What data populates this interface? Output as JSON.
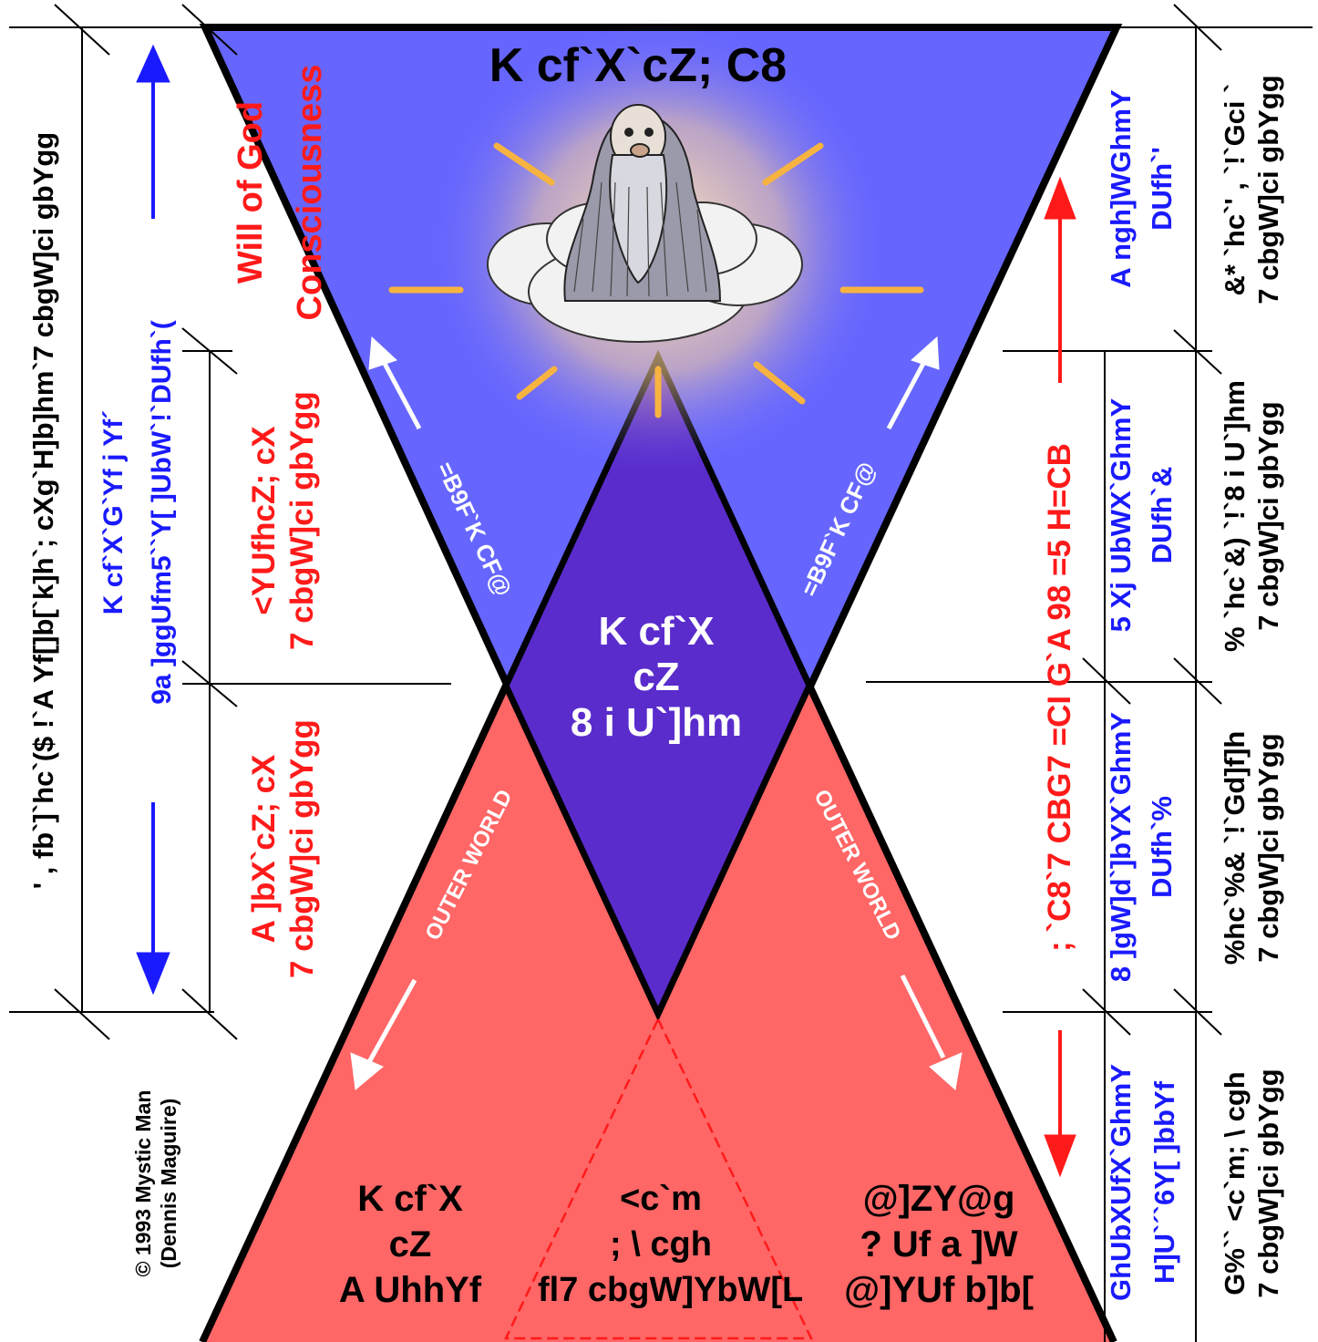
{
  "colors": {
    "upper_world": "#6666ff",
    "center_diamond": "#5a2ccc",
    "outer_world": "#ff6666",
    "red_text": "#ff1a1a",
    "blue_text": "#1a1aff",
    "glow": "#ffd59a",
    "ray": "#f7b340"
  },
  "top": {
    "title": "K cf`X`cZ; C8"
  },
  "center": {
    "line1": "K cf`X",
    "line2": "cZ",
    "line3": "8 i U`]hm"
  },
  "arrows": {
    "upper_left": "=B9F`K CF@",
    "upper_right": "=B9F`K CF@",
    "outer_left": "OUTER WORLD",
    "outer_right": "OUTER WORLD"
  },
  "bottom": {
    "left": {
      "line1": "K cf`X",
      "line2": "cZ",
      "line3": "A UhhYf"
    },
    "middle": {
      "line1": "<c`m",
      "line2": "; \\ cgh",
      "line3": "fl7 cbgW]YbW[L"
    },
    "right": {
      "line1": "@]ZY@g",
      "line2": "? Uf a ]W",
      "line3": "@]YUf b]b["
    }
  },
  "left_columns": {
    "col1": "' , fb`]`hc`($ !`A Yf[]b[`k]h`; cXg`H]b]hm`7 cbgW]ci gbYgg",
    "col2a": "K cf`X`G`Yf j Yf´",
    "col2b": "9a ]ggUfm5``Y[ ]UbW`!`DUfh`(",
    "will_of_god": "Will of God",
    "consciousness": "Consciousness",
    "upper_a": "<YUfhcZ; cX",
    "upper_b": "7 cbgW]ci gbYgg",
    "lower_a": "A ]bX`cZ; cX",
    "lower_b": "7 cbgW]ci gbYgg"
  },
  "right_columns": {
    "red_axis": "; `C8`7 CBG7 =CI G`A 98 =5 H=CB",
    "blue1a": "A ngh]WGhmY",
    "blue1b": "DUfh`'",
    "blue2a": "5 Xj UbWX`GhmY",
    "blue2b": "DUfh`&",
    "blue3a": "8 ]gW]d`]bYX`GhmY",
    "blue3b": "DUfh`%",
    "blue4a": "GhUbXUfX`GhmY",
    "blue4b": "H]U`´`6Y[ ]bbYf",
    "far1a": "&* `hc`' , `!`Gci `",
    "far1b": "7 cbgW]ci gbYgg",
    "far2a": "% `hc`&) `!`8 i U`]hm",
    "far2b": "7 cbgW]ci gbYgg",
    "far3a": "%hc`%& `!`Gd]f]h",
    "far3b": "7 cbgW]ci gbYgg",
    "far4a": "G%`` <c`m; \\ cgh",
    "far4b": "7 cbgW]ci gbYgg"
  },
  "copyright": {
    "line1": "© 1993 Mystic Man",
    "line2": "(Dennis Maguire)"
  }
}
